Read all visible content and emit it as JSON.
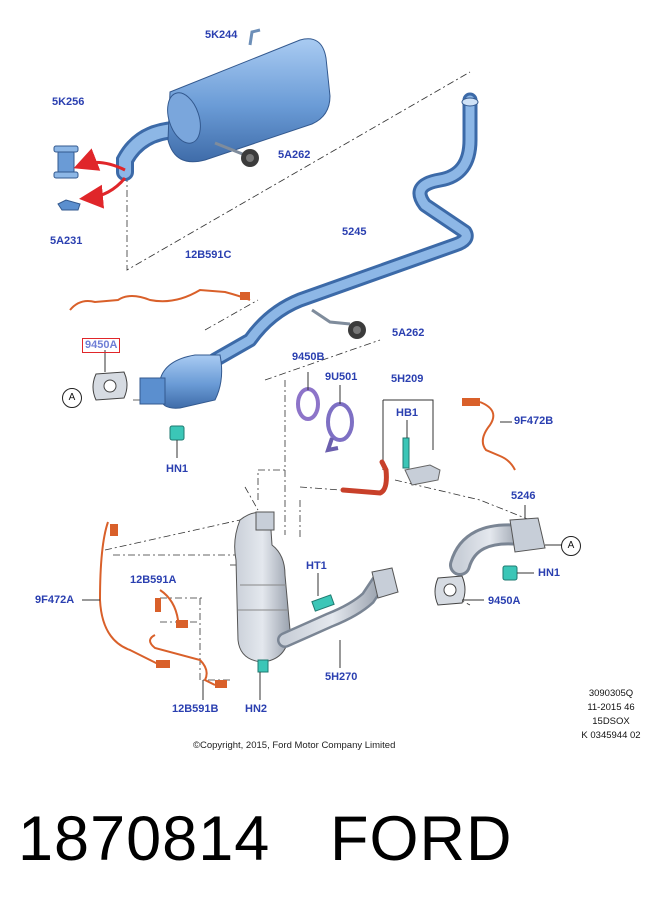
{
  "parts": {
    "muffler": "5K244",
    "clamp_top": "5K256",
    "bracket": "5A231",
    "hanger_top": "5A262",
    "sensor_wire_top": "12B591C",
    "mid_pipe": "5245",
    "hanger_mid": "5A262",
    "gasket_top": "9450A",
    "nut_left": "HN1",
    "gasket_ring": "9450B",
    "clamp_band": "9U501",
    "bracket_assembly": "5H209",
    "bolt": "HB1",
    "o2_sensor_right": "9F472B",
    "pipe_right": "5246",
    "nut_right": "HN1",
    "gasket_right": "9450A",
    "o2_sensor_left": "9F472A",
    "sensor_wire_a": "12B591A",
    "sensor_wire_b": "12B591B",
    "temp_sensor": "HT1",
    "cat_converter": "5H270",
    "nut_bottom": "HN2"
  },
  "connectors": {
    "left": "A",
    "right": "A"
  },
  "reference": {
    "line1": "3090305Q",
    "line2": "11-2015 46",
    "line3": "15DSOX",
    "line4": "K 0345944 02"
  },
  "copyright": "©Copyright, 2015, Ford Motor Company Limited",
  "footer": {
    "part_number": "1870814",
    "brand": "FORD"
  },
  "colors": {
    "label": "#2a3fb0",
    "part_fill": "#5b8fcf",
    "wire": "#d9602a",
    "highlight": "#e0262a"
  }
}
